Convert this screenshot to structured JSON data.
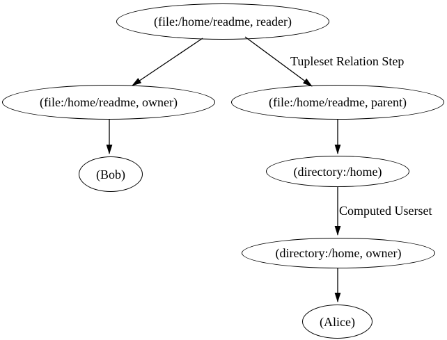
{
  "diagram": {
    "type": "directed-graph",
    "background_color": "#ffffff",
    "node_border_color": "#000000",
    "edge_color": "#000000",
    "text_color": "#000000",
    "nodes": [
      {
        "id": "file-home-readme-reader",
        "label": "(file:/home/readme, reader)"
      },
      {
        "id": "file-home-readme-owner",
        "label": "(file:/home/readme, owner)"
      },
      {
        "id": "file-home-readme-parent",
        "label": "(file:/home/readme, parent)"
      },
      {
        "id": "bob",
        "label": "(Bob)"
      },
      {
        "id": "directory-home",
        "label": "(directory:/home)"
      },
      {
        "id": "directory-home-owner",
        "label": "(directory:/home, owner)"
      },
      {
        "id": "alice",
        "label": "(Alice)"
      }
    ],
    "edges": [
      {
        "from": "file-home-readme-reader",
        "to": "file-home-readme-owner",
        "label": ""
      },
      {
        "from": "file-home-readme-reader",
        "to": "file-home-readme-parent",
        "label": "Tupleset Relation Step"
      },
      {
        "from": "file-home-readme-owner",
        "to": "bob",
        "label": ""
      },
      {
        "from": "file-home-readme-parent",
        "to": "directory-home",
        "label": ""
      },
      {
        "from": "directory-home",
        "to": "directory-home-owner",
        "label": "Computed Userset"
      },
      {
        "from": "directory-home-owner",
        "to": "alice",
        "label": ""
      }
    ]
  }
}
